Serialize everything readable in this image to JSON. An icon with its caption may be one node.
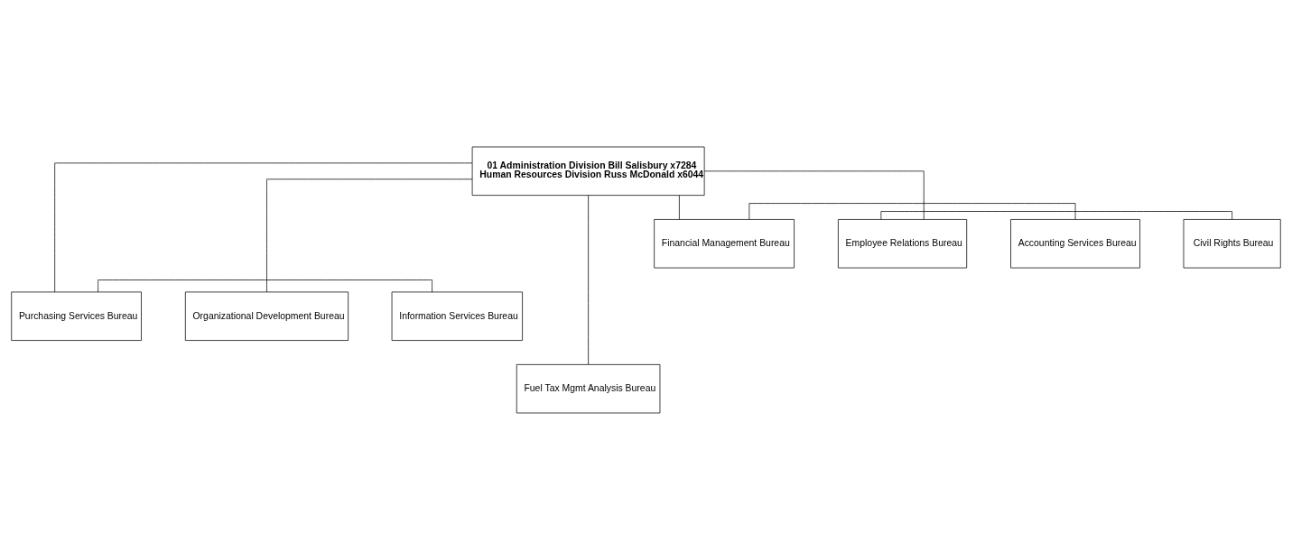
{
  "diagram": {
    "nodes": [
      {
        "text": [
          "01 Administration Division Bill Salisbury x7284",
          "Human Resources Division Russ McDonald x6044"
        ]
      },
      {
        "text": [
          "Accounting Services Bureau"
        ]
      },
      {
        "text": [
          "Financial Management Bureau"
        ]
      },
      {
        "text": [
          "Employee Relations Bureau"
        ]
      },
      {
        "text": [
          "Civil Rights Bureau"
        ]
      },
      {
        "text": [
          "Information Services Bureau"
        ]
      },
      {
        "text": [
          "Purchasing Services Bureau"
        ]
      },
      {
        "text": [
          "Organizational Development Bureau"
        ]
      },
      {
        "text": [
          "Fuel Tax Mgmt Analysis Bureau"
        ]
      }
    ],
    "edges": [
      {
        "from": 0,
        "to": 2,
        "arrow": "none"
      },
      {
        "from": 0,
        "to": 6,
        "arrow": "none"
      },
      {
        "from": 0,
        "to": 8,
        "arrow": "none"
      },
      {
        "from": 0,
        "to": 3,
        "arrow": "none"
      },
      {
        "from": 0,
        "to": 7,
        "arrow": "none"
      },
      {
        "from": 1,
        "to": 2,
        "arrow": "none"
      },
      {
        "from": 5,
        "to": 6,
        "arrow": "none"
      },
      {
        "from": 3,
        "to": 4,
        "arrow": "none"
      }
    ]
  }
}
